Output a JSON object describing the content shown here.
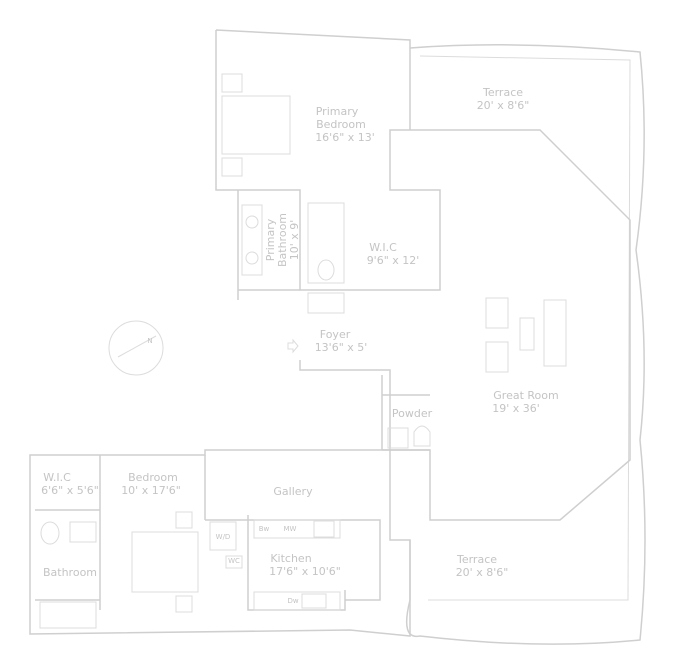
{
  "rooms": {
    "terrace_top": {
      "name": "Terrace",
      "size": "20' x 8'6\""
    },
    "primary_bedroom": {
      "name1": "Primary",
      "name2": "Bedroom",
      "size": "16'6\" x 13'"
    },
    "primary_bathroom": {
      "name1": "Primary",
      "name2": "Bathroom",
      "size": "10' x 9'"
    },
    "wic_primary": {
      "name": "W.I.C",
      "size": "9'6\" x 12'"
    },
    "foyer": {
      "name": "Foyer",
      "size": "13'6\" x 5'"
    },
    "great_room": {
      "name": "Great Room",
      "size": "19' x 36'"
    },
    "powder": {
      "name": "Powder"
    },
    "wic_bedroom": {
      "name": "W.I.C",
      "size": "6'6\" x 5'6\""
    },
    "bedroom": {
      "name": "Bedroom",
      "size": "10' x 17'6\""
    },
    "gallery": {
      "name": "Gallery"
    },
    "kitchen": {
      "name": "Kitchen",
      "size": "17'6\" x 10'6\""
    },
    "bathroom": {
      "name": "Bathroom"
    },
    "terrace_bottom": {
      "name": "Terrace",
      "size": "20' x 8'6\""
    }
  },
  "fixtures": {
    "washer_dryer": "W/D",
    "bev": "Bw",
    "microwave": "MW",
    "wine": "WC",
    "dishwasher": "Dw"
  },
  "compass": {
    "label": "N"
  },
  "colors": {
    "lines": "#cfcfcf",
    "text": "#c4c4c4",
    "background": "#ffffff"
  }
}
